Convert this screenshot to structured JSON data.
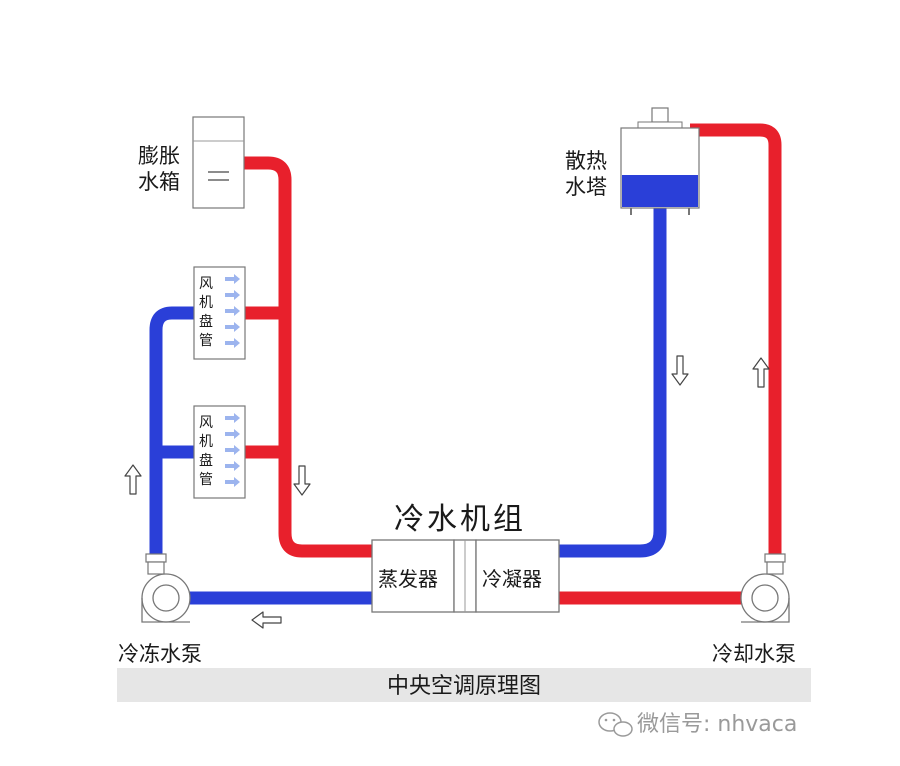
{
  "labels": {
    "expansion_tank_line1": "膨胀",
    "expansion_tank_line2": "水箱",
    "fan_coil_1": [
      "风",
      "机",
      "盘",
      "管"
    ],
    "fan_coil_2": [
      "风",
      "机",
      "盘",
      "管"
    ],
    "cooling_tower_line1": "散热",
    "cooling_tower_line2": "水塔",
    "chiller_unit": "冷水机组",
    "evaporator": "蒸发器",
    "condenser": "冷凝器",
    "chilled_water_pump": "冷冻水泵",
    "cooling_water_pump": "冷却水泵",
    "title": "中央空调原理图",
    "watermark": "微信号: nhvaca"
  },
  "colors": {
    "supply_pipe": "#e8202c",
    "return_pipe": "#2a3fd8",
    "tower_water": "#2a3fd8",
    "title_band": "#e6e6e6",
    "equipment_fill": "#ffffff",
    "equipment_stroke": "#777777",
    "airflow_arrow": "#9cb4ee",
    "watermark": "#9a9a9a"
  },
  "icons": {
    "flow_arrows": [
      "arrow-down-icon",
      "arrow-down-icon",
      "arrow-up-icon",
      "arrow-up-icon",
      "arrow-left-icon"
    ],
    "pumps": [
      "pump-icon",
      "pump-icon"
    ],
    "watermark": "wechat-icon"
  }
}
